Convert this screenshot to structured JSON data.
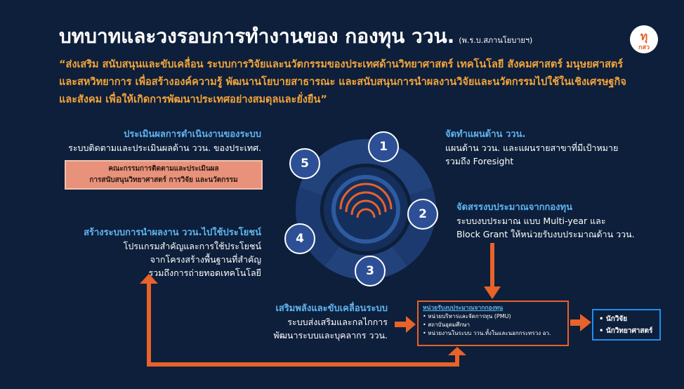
{
  "title": "บทบาทและวงรอบการทำงานของ กองทุน ววน.",
  "title_note": "(พ.ร.บ.สภานโยบายฯ)",
  "logo": {
    "top": "ทุ",
    "bottom": "กสว"
  },
  "mission": "“ส่งเสริม สนับสนุนและขับเคลื่อน ระบบการวิจัยและนวัตกรรมของประเทศด้านวิทยาศาสตร์ เทคโนโลยี สังคมศาสตร์ มนุษยศาสตร์ และสหวิทยาการ เพื่อสร้างองค์ความรู้ พัฒนานโยบายสาธารณะ และสนับสนุนการนำผลงานวิจัยและนวัตกรรมไปใช้ในเชิงเศรษฐกิจและสังคม เพื่อให้เกิดการพัฒนาประเทศอย่างสมดุลและยั่งยืน”",
  "cycle_numbers": [
    "1",
    "2",
    "3",
    "4",
    "5"
  ],
  "step1": {
    "header": "จัดทำแผนด้าน ววน.",
    "lines": [
      "แผนด้าน ววน. และแผนรายสาขาที่มีเป้าหมาย",
      "รวมถึง Foresight"
    ]
  },
  "step2": {
    "header": "จัดสรรงบประมาณจากกองทุน",
    "lines": [
      "ระบบงบประมาณ แบบ Multi-year และ",
      "Block Grant ให้หน่วยรับงบประมาณด้าน ววน."
    ]
  },
  "step3": {
    "header": "เสริมพลังและขับเคลื่อนระบบ",
    "lines": [
      "ระบบส่งเสริมและกลไกการ",
      "พัฒนาระบบและบุคลากร ววน."
    ]
  },
  "step4": {
    "header": "สร้างระบบการนำผลงาน ววน.ไปใช้ประโยชน์",
    "lines": [
      "โปรแกรมสำคัญและการใช้ประโยชน์",
      "จากโครงสร้างพื้นฐานที่สำคัญ",
      "รวมถึงการถ่ายทอดเทคโนโลยี"
    ]
  },
  "step5": {
    "header": "ประเมินผลการดำเนินงานของระบบ",
    "lines": [
      "ระบบติดตามและประเมินผลด้าน ววน. ของประเทศ."
    ]
  },
  "committee": [
    "คณะกรรมการติดตามและประเมินผล",
    "การสนับสนุนวิทยาศาสตร์ การวิจัย และนวัตกรรม"
  ],
  "fund_box": {
    "title": "หน่วยรับงบประมาณจากกองทุน",
    "items": [
      "หน่วยบริหารและจัดการทุน (PMU)",
      "สถาบันอุดมศึกษา",
      "หน่วยงานในระบบ ววน.ทั้งในและนอกกระทรวง อว."
    ]
  },
  "output_box": {
    "items": [
      "นักวิจัย",
      "นักวิทยาศาสตร์"
    ]
  },
  "colors": {
    "background": "#0d1f3a",
    "accent_orange": "#e8622a",
    "header_blue": "#5fb3ef",
    "mission_orange": "#f2a33a"
  }
}
